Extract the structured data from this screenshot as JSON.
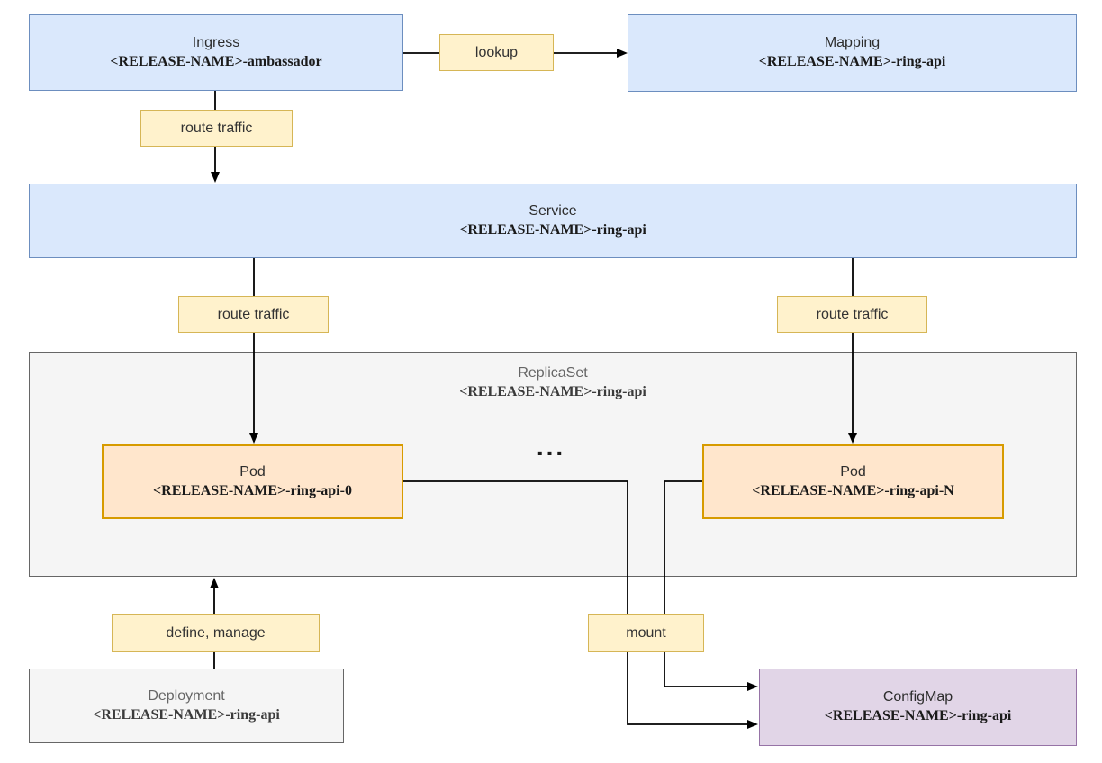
{
  "nodes": {
    "ingress": {
      "title": "Ingress",
      "subtitle": "<RELEASE-NAME>-ambassador"
    },
    "mapping": {
      "title": "Mapping",
      "subtitle": "<RELEASE-NAME>-ring-api"
    },
    "service": {
      "title": "Service",
      "subtitle": "<RELEASE-NAME>-ring-api"
    },
    "replicaset": {
      "title": "ReplicaSet",
      "subtitle": "<RELEASE-NAME>-ring-api"
    },
    "pod_0": {
      "title": "Pod",
      "subtitle": "<RELEASE-NAME>-ring-api-0"
    },
    "pod_n": {
      "title": "Pod",
      "subtitle": "<RELEASE-NAME>-ring-api-N"
    },
    "deployment": {
      "title": "Deployment",
      "subtitle": "<RELEASE-NAME>-ring-api"
    },
    "configmap": {
      "title": "ConfigMap",
      "subtitle": "<RELEASE-NAME>-ring-api"
    }
  },
  "edge_labels": {
    "lookup": "lookup",
    "route_traffic_ingress": "route traffic",
    "route_traffic_pod0": "route traffic",
    "route_traffic_podn": "route traffic",
    "define_manage": "define, manage",
    "mount": "mount"
  },
  "ellipsis": "...",
  "colors": {
    "node_blue_fill": "#dae8fc",
    "node_blue_border": "#6c8ebf",
    "node_orange_fill": "#ffe6cc",
    "node_orange_border": "#d79b00",
    "node_purple_fill": "#e1d5e7",
    "node_purple_border": "#9673a6",
    "node_gray_fill": "#f5f5f5",
    "node_gray_border": "#666666",
    "label_fill": "#fff2cc",
    "label_border": "#d6b656",
    "edge_color": "#000000"
  }
}
